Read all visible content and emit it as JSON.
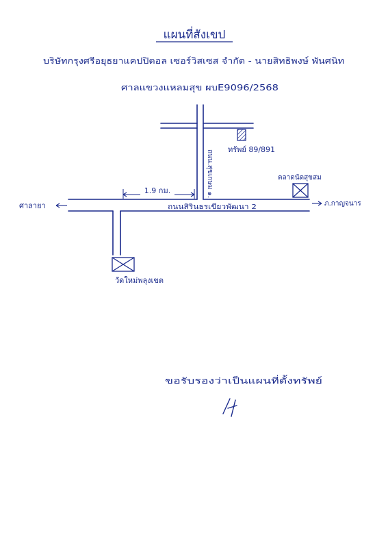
{
  "title": "แผนที่สังเขป",
  "subtitle": "บริษัทกรุงศรีอยุธยาแคปปิตอล เซอร์วิสเซส จำกัด - นายสิทธิพงษ์ พันศนิท",
  "case_line": "ศาลแขวงแหลมสุข ผบE9096/2568",
  "labels": {
    "property": "ทรัพย์ 89/891",
    "market": "ตลาดนัดสุขสม",
    "soi": "ถนน.สุขเกษม ๑.",
    "distance": "1.9 กม.",
    "left_dest": "ศาลายา",
    "main_road": "ถนนสิรินธรเขียวพัฒนา 2",
    "right_dest": "ภ.กาญจนาร",
    "temple": "วัดใหม่พลุงเขต"
  },
  "certify": "ขอรับรองว่าเป็นแผนที่ตั้งทรัพย์",
  "signature": "ลายเซ็น",
  "colors": {
    "ink": "#1a2a8c"
  }
}
